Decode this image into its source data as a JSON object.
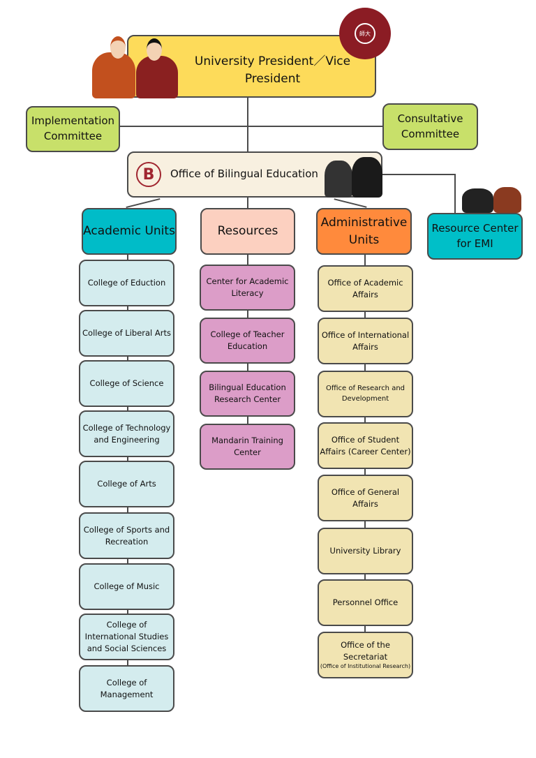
{
  "president": "University President／Vice President",
  "logo_text": "師大",
  "implementation": "Implementation Committee",
  "consultative": "Consultative Committee",
  "office": "Office of Bilingual Education",
  "office_logo": "B",
  "emi": "Resource Center for EMI",
  "academic": {
    "title": "Academic Units",
    "items": [
      "College of Eduction",
      "College of Liberal Arts",
      "College of Science",
      "College of Technology and Engineering",
      "College of Arts",
      "College of Sports and Recreation",
      "College of Music",
      "College of International Studies and Social Sciences",
      "College of Management"
    ]
  },
  "resources": {
    "title": "Resources",
    "items": [
      "Center for Academic Literacy",
      "College of Teacher Education",
      "Bilingual Education Research Center",
      "Mandarin Training Center"
    ]
  },
  "administrative": {
    "title": "Administrative Units",
    "items": [
      "Office of Academic Affairs",
      "Office of International Affairs",
      "Office of Research and Development",
      "Office of Student Affairs (Career Center)",
      "Office of General Affairs",
      "University Library",
      "Personnel Office",
      "Office of the Secretariat"
    ],
    "secretariat_note": "(Office of Institutional Research)"
  },
  "colors": {
    "president": "#fddb5a",
    "committee": "#c8e06a",
    "office": "#f8f0e0",
    "academic": "#00bcc8",
    "resources": "#fcd0c0",
    "admin": "#ff8a3c",
    "logo": "#8b1c24"
  }
}
